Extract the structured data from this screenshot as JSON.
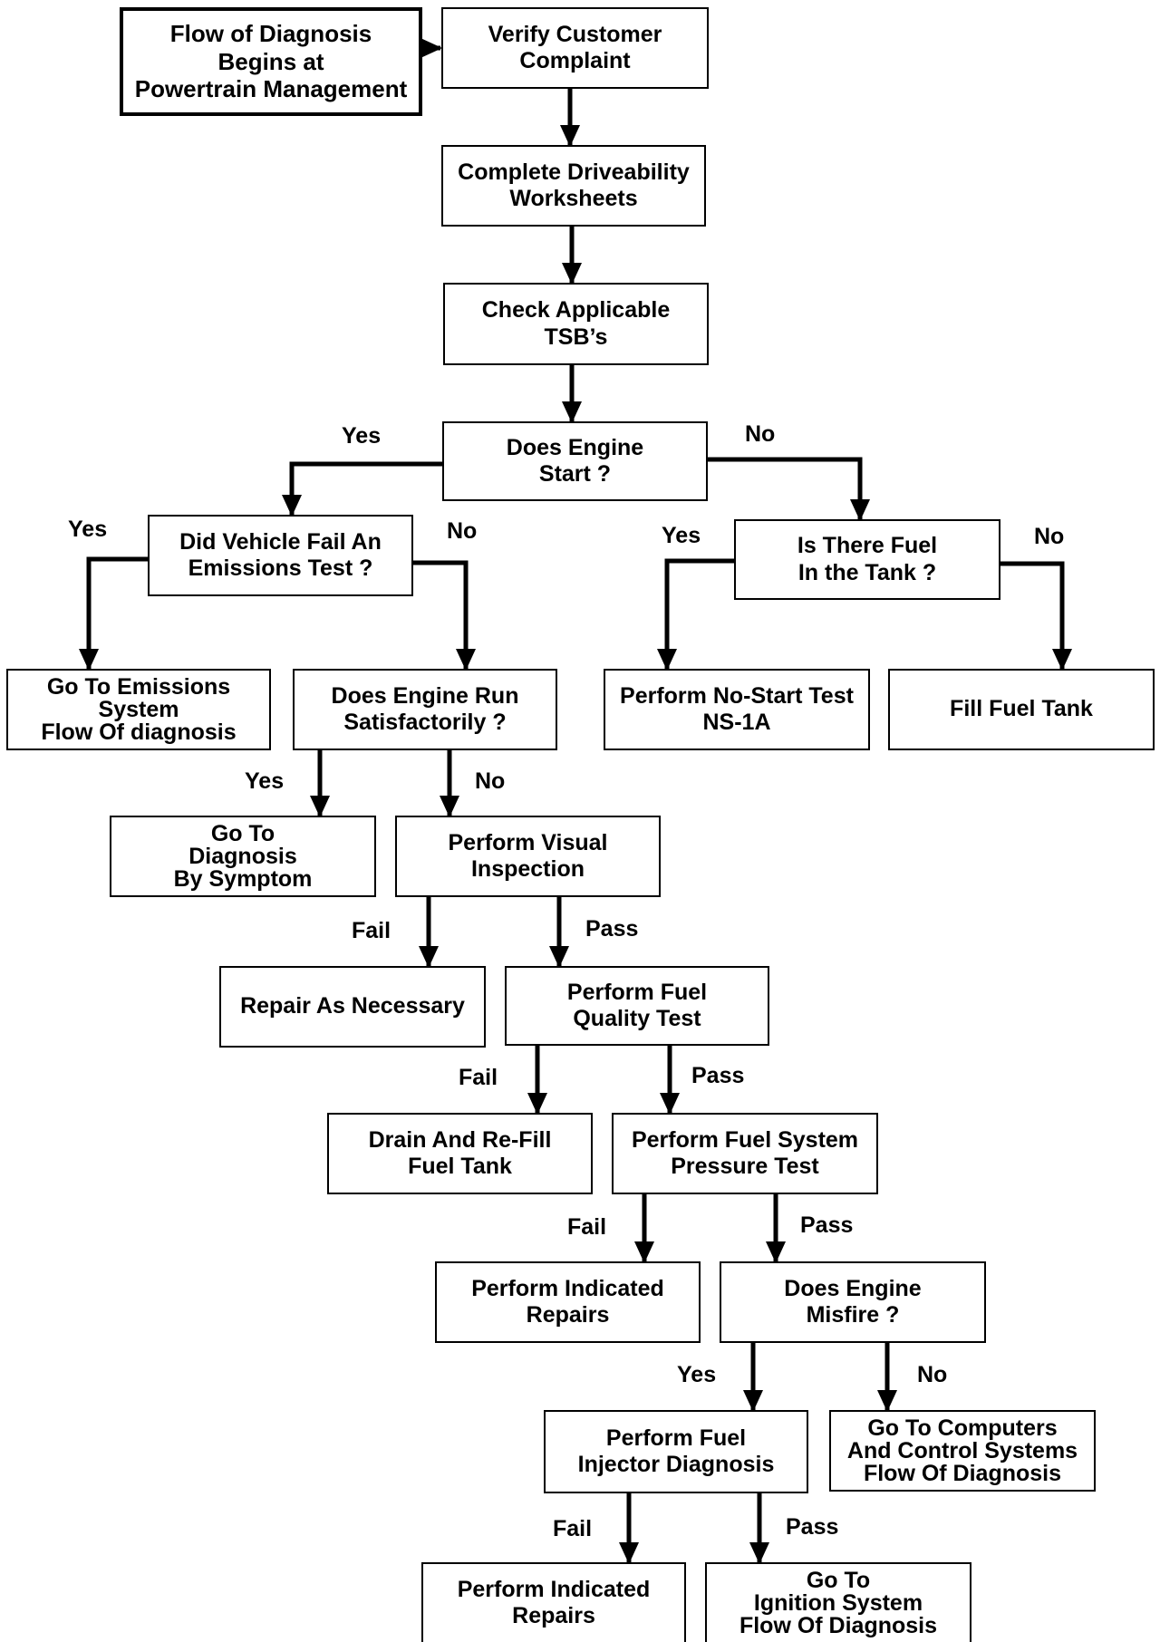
{
  "nodes": {
    "start": "Flow of Diagnosis\nBegins at\nPowertrain Management",
    "verify": "Verify Customer\nComplaint",
    "worksheets": "Complete Driveability\nWorksheets",
    "tsb": "Check Applicable\nTSB’s",
    "engine_start": "Does Engine\nStart ?",
    "emissions_test": "Did Vehicle Fail An\nEmissions Test ?",
    "fuel_in_tank": "Is There Fuel\nIn the Tank ?",
    "emissions_flow": "Go To Emissions\nSystem\nFlow Of diagnosis",
    "run_satisfactorily": "Does Engine Run\nSatisfactorily ?",
    "no_start_test": "Perform No-Start Test\nNS-1A",
    "fill_tank": "Fill Fuel Tank",
    "diag_symptom": "Go To\nDiagnosis\nBy Symptom",
    "visual_inspection": "Perform Visual\nInspection",
    "repair_necessary": "Repair As Necessary",
    "fuel_quality": "Perform Fuel\nQuality Test",
    "drain_refill": "Drain And Re-Fill\nFuel Tank",
    "fuel_pressure": "Perform Fuel System\nPressure Test",
    "indicated_repairs_1": "Perform Indicated\nRepairs",
    "misfire": "Does Engine\nMisfire ?",
    "injector_diag": "Perform Fuel\nInjector Diagnosis",
    "computers_flow": "Go To Computers\nAnd Control Systems\nFlow Of Diagnosis",
    "indicated_repairs_2": "Perform Indicated\nRepairs",
    "ignition_flow": "Go To\nIgnition System\nFlow Of Diagnosis"
  },
  "edge_labels": {
    "start_yes": "Yes",
    "start_no": "No",
    "emissions_yes": "Yes",
    "emissions_no": "No",
    "fuel_yes": "Yes",
    "fuel_no": "No",
    "run_yes": "Yes",
    "run_no": "No",
    "visual_fail": "Fail",
    "visual_pass": "Pass",
    "quality_fail": "Fail",
    "quality_pass": "Pass",
    "pressure_fail": "Fail",
    "pressure_pass": "Pass",
    "misfire_yes": "Yes",
    "misfire_no": "No",
    "injector_fail": "Fail",
    "injector_pass": "Pass"
  }
}
